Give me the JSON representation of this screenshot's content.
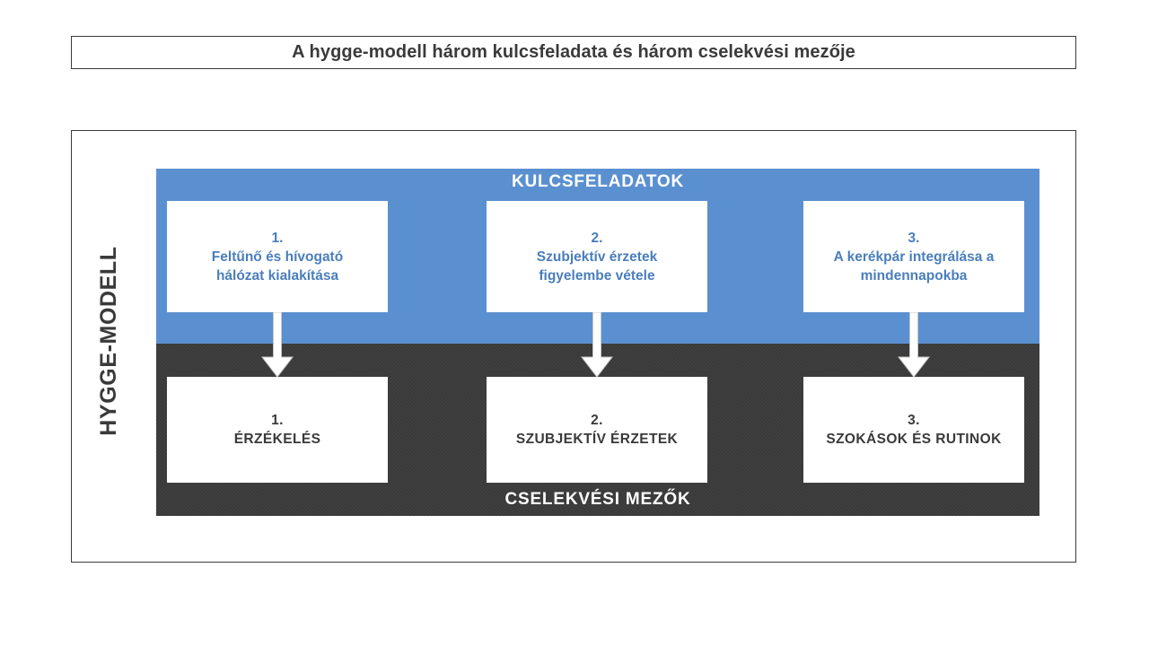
{
  "title": {
    "text": "A hygge-modell három kulcsfeladata és három cselekvési mezője"
  },
  "model_label": "HYGGE-MODELL",
  "colors": {
    "blue_band": "#5B90D0",
    "blue_text": "#4A7EBB",
    "dark_band": "#3A3A3A",
    "frame": "#3A3A3A",
    "card_bg": "#FFFFFF",
    "arrow_fill": "#FFFFFF",
    "arrow_stroke": "#BFBFBF"
  },
  "key_tasks": {
    "band_title": "KULCSFELADATOK",
    "cards": [
      {
        "number": "1.",
        "text": "1.\nFeltűnő és hívogató\nhálózat kialakítása"
      },
      {
        "number": "2.",
        "text": "2.\nSzubjektív érzetek\nfigyelembe vétele"
      },
      {
        "number": "3.",
        "text": "3.\nA kerékpár integrálása a\nmindennapokba"
      }
    ]
  },
  "action_fields": {
    "band_title": "CSELEKVÉSI MEZŐK",
    "cards": [
      {
        "number": "1.",
        "text": "1.\nÉRZÉKELÉS"
      },
      {
        "number": "2.",
        "text": "2.\nSZUBJEKTÍV ÉRZETEK"
      },
      {
        "number": "3.",
        "text": "3.\nSZOKÁSOK ÉS RUTINOK"
      }
    ]
  },
  "arrows": [
    {
      "name": "arrow-task-1-to-field-1"
    },
    {
      "name": "arrow-task-2-to-field-2"
    },
    {
      "name": "arrow-task-3-to-field-3"
    }
  ]
}
